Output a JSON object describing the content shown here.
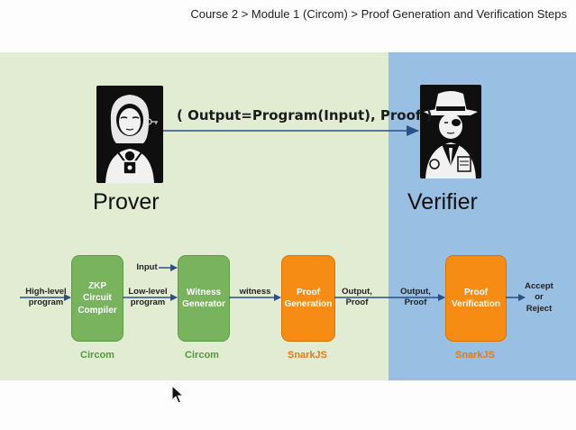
{
  "breadcrumb": "Course 2 > Module 1 (Circom) > Proof Generation and Verification Steps",
  "formula": "( Output=Program(Input), Proof )",
  "roles": {
    "prover": "Prover",
    "verifier": "Verifier"
  },
  "boxes": {
    "compiler": "ZKP\nCircuit\nCompiler",
    "witness": "Witness\nGenerator",
    "proof_gen": "Proof\nGeneration",
    "proof_ver": "Proof\nVerification"
  },
  "flow_labels": {
    "high_level": "High-level\nprogram",
    "input": "Input",
    "low_level": "Low-level\nprogram",
    "witness": "witness",
    "output_proof_1": "Output,\nProof",
    "output_proof_2": "Output,\nProof",
    "accept_reject": "Accept\nor\nReject"
  },
  "tools": {
    "circom_1": "Circom",
    "circom_2": "Circom",
    "snarkjs_1": "SnarkJS",
    "snarkjs_2": "SnarkJS"
  },
  "colors": {
    "prover_bg": "#e2ecd3",
    "verifier_bg": "#99bfe3",
    "green_box": "#79b35e",
    "orange_box": "#f68c14",
    "arrow": "#2c4f86"
  },
  "icons": [
    "prover-portrait-icon",
    "verifier-portrait-icon",
    "mouse-cursor-icon"
  ]
}
